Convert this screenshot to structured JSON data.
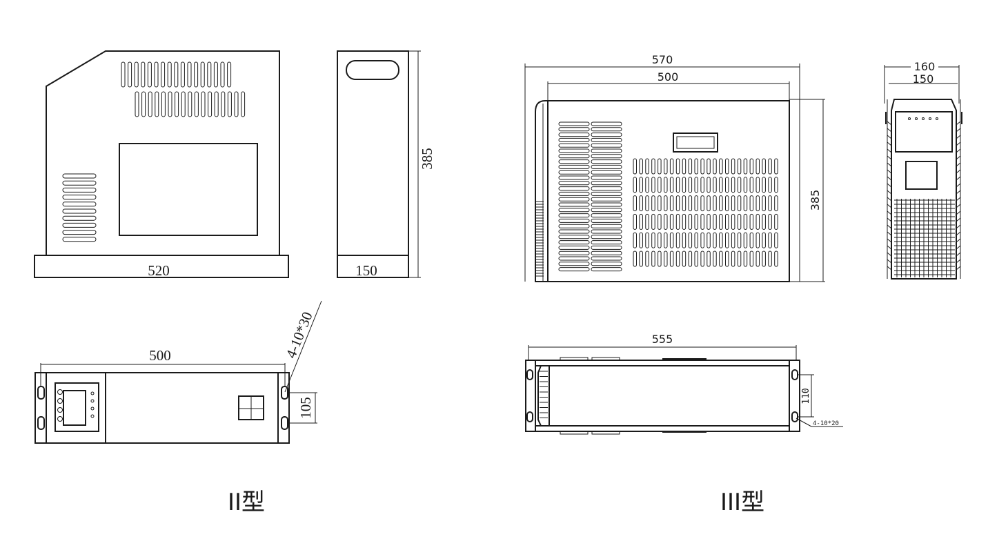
{
  "type2": {
    "dims": {
      "front_width": "520",
      "side_depth": "150",
      "height": "385",
      "hole_spacing": "500",
      "hole_vertical": "105",
      "mounting_holes": "4-10*30"
    },
    "caption": "II型"
  },
  "type3": {
    "dims": {
      "overall_width": "570",
      "body_width": "500",
      "height": "385",
      "side_outer": "160",
      "side_inner": "150",
      "hole_spacing": "555",
      "hole_vertical": "110",
      "mounting_holes": "4-10*20"
    },
    "caption": "III型"
  }
}
